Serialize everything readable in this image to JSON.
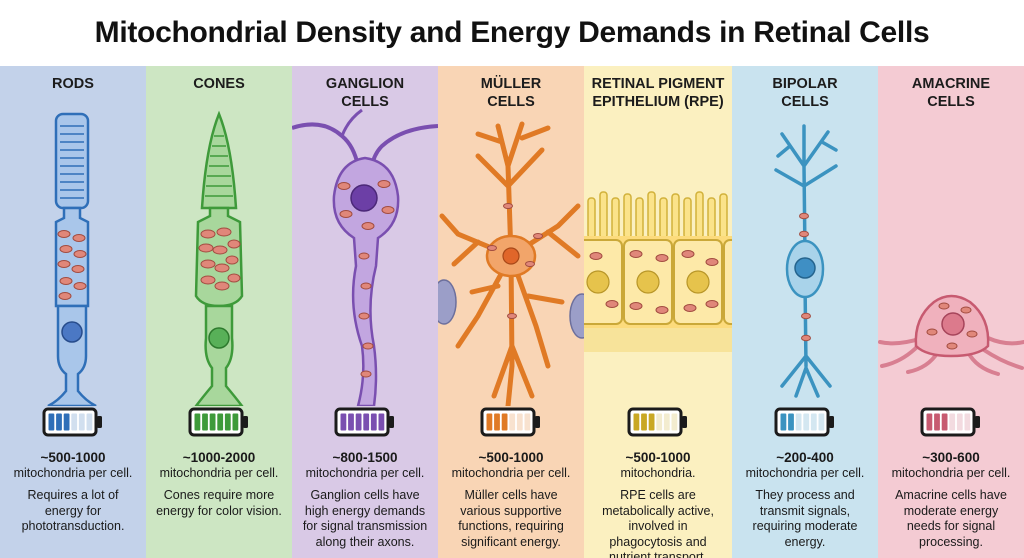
{
  "title": "Mitochondrial Density and Energy Demands in Retinal Cells",
  "cells": [
    {
      "key": "rods",
      "name": "RODS",
      "count": "~500-1000",
      "unit": "mitochondria per cell.",
      "description": "Requires a lot of energy for phototransduction.",
      "bg": "#c3d2ea",
      "accent": "#2f6fb8",
      "battery_level": 0.5
    },
    {
      "key": "cones",
      "name": "CONES",
      "count": "~1000-2000",
      "unit": "mitochondria per cell.",
      "description": "Cones require more energy for color vision.",
      "bg": "#cde6c3",
      "accent": "#3e9a3a",
      "battery_level": 1.0
    },
    {
      "key": "ganglion",
      "name": "GANGLION\nCELLS",
      "count": "~800-1500",
      "unit": "mitochondria per cell.",
      "description": "Ganglion cells have high energy demands for signal transmission along their axons.",
      "bg": "#d9c9e6",
      "accent": "#7a4fb0",
      "battery_level": 1.0
    },
    {
      "key": "muller",
      "name": "MÜLLER\nCELLS",
      "count": "~500-1000",
      "unit": "mitochondria per cell.",
      "description": "Müller cells have various supportive functions, requiring significant energy.",
      "bg": "#f9d5b5",
      "accent": "#e07a25",
      "battery_level": 0.5
    },
    {
      "key": "rpe",
      "name": "RETINAL PIGMENT\nEPITHELIUM (RPE)",
      "count": "~500-1000",
      "unit": "mitochondria.",
      "description": "RPE cells are metabolically active, involved in phagocytosis and nutrient transport.",
      "bg": "#fbf0c0",
      "accent": "#c9a824",
      "battery_level": 0.5
    },
    {
      "key": "bipolar",
      "name": "BIPOLAR\nCELLS",
      "count": "~200-400",
      "unit": "mitochondria per cell.",
      "description": "They process and transmit signals, requiring moderate energy.",
      "bg": "#c9e3ef",
      "accent": "#3b93c0",
      "battery_level": 0.34
    },
    {
      "key": "amacrine",
      "name": "AMACRINE\nCELLS",
      "count": "~300-600",
      "unit": "mitochondria per cell.",
      "description": "Amacrine cells have moderate energy needs for signal processing.",
      "bg": "#f4cbd3",
      "accent": "#c75a70",
      "battery_level": 0.5
    }
  ]
}
